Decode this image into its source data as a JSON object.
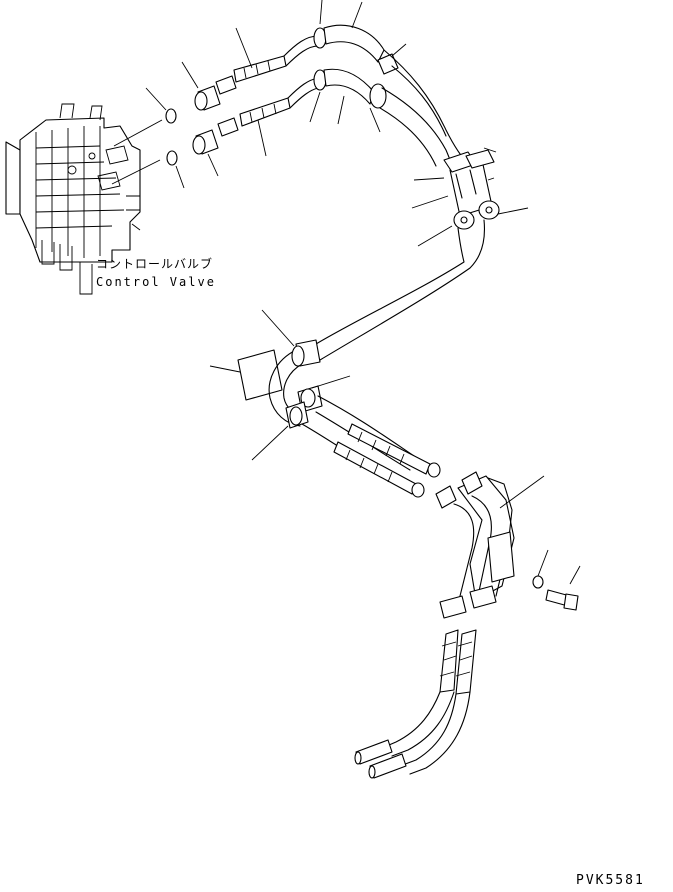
{
  "diagram": {
    "component_label_jp": "コントロールバルブ",
    "component_label_en": "Control Valve",
    "drawing_code": "PVK5581"
  },
  "colors": {
    "line": "#000000",
    "background": "#ffffff"
  }
}
